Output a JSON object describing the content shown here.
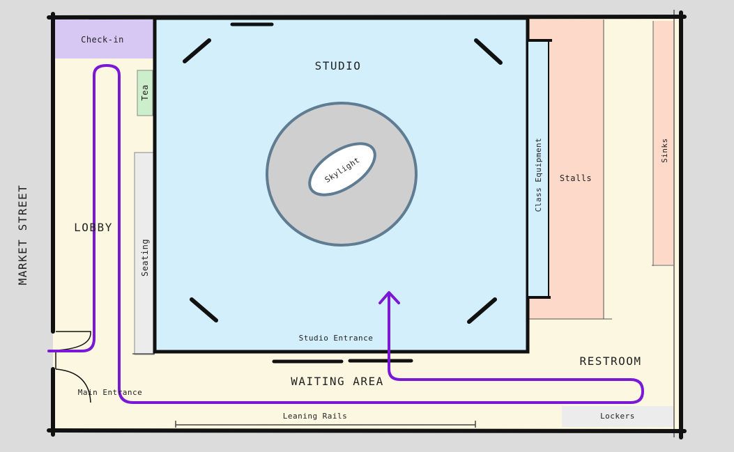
{
  "street": "MARKET STREET",
  "rooms": {
    "lobby": "LOBBY",
    "studio": "STUDIO",
    "waiting": "WAITING AREA",
    "restroom": "RESTROOM"
  },
  "features": {
    "check_in": "Check-in",
    "tea": "Tea",
    "seating": "Seating",
    "skylight": "Skylight",
    "class_equipment": "Class Equipment",
    "stalls": "Stalls",
    "sinks": "Sinks",
    "studio_entrance": "Studio Entrance",
    "main_entrance": "Main Entrance",
    "leaning_rails": "Leaning Rails",
    "lockers": "Lockers"
  },
  "colors": {
    "background": "#dcdcdc",
    "floor": "#fbf7e1",
    "studio": "#d2effb",
    "check_in": "#d6c8f3",
    "tea": "#cdeecb",
    "seating": "#ececec",
    "restroom_fixtures": "#fcd9c8",
    "skylight_ring": "#cfcfd0",
    "path": "#7a18d6",
    "walls": "#111111"
  }
}
